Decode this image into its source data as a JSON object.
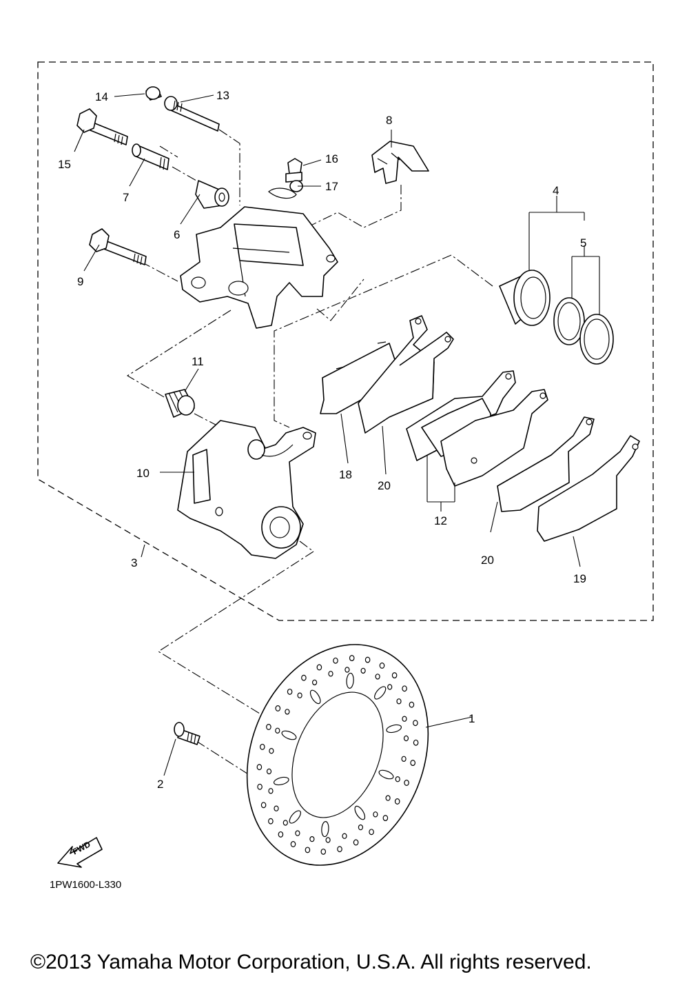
{
  "diagram": {
    "drawing_code": "1PW1600-L330",
    "copyright": "©2013 Yamaha Motor Corporation, U.S.A. All rights reserved.",
    "fwd_label": "FWD",
    "callouts": [
      {
        "id": "c1",
        "label": "1"
      },
      {
        "id": "c2",
        "label": "2"
      },
      {
        "id": "c3",
        "label": "3"
      },
      {
        "id": "c4",
        "label": "4"
      },
      {
        "id": "c5",
        "label": "5"
      },
      {
        "id": "c6",
        "label": "6"
      },
      {
        "id": "c7",
        "label": "7"
      },
      {
        "id": "c8",
        "label": "8"
      },
      {
        "id": "c9",
        "label": "9"
      },
      {
        "id": "c10",
        "label": "10"
      },
      {
        "id": "c11",
        "label": "11"
      },
      {
        "id": "c12",
        "label": "12"
      },
      {
        "id": "c13",
        "label": "13"
      },
      {
        "id": "c14",
        "label": "14"
      },
      {
        "id": "c15",
        "label": "15"
      },
      {
        "id": "c16",
        "label": "16"
      },
      {
        "id": "c17",
        "label": "17"
      },
      {
        "id": "c18",
        "label": "18"
      },
      {
        "id": "c19",
        "label": "19"
      },
      {
        "id": "c20a",
        "label": "20"
      },
      {
        "id": "c20b",
        "label": "20"
      }
    ]
  }
}
